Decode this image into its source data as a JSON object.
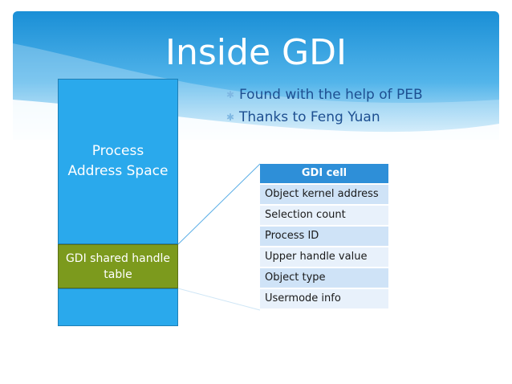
{
  "title": "Inside GDI",
  "bullets": [
    {
      "icon": "asterisk-icon",
      "text": "Found with the help of PEB"
    },
    {
      "icon": "asterisk-icon",
      "text": "Thanks to Feng Yuan"
    }
  ],
  "left_block": {
    "process_label": "Process\nAddress Space",
    "table_label": "GDI shared handle\ntable"
  },
  "gdi_cell": {
    "header": "GDI cell",
    "rows": [
      "Object kernel address",
      "Selection count",
      "Process ID",
      "Upper handle value",
      "Object type",
      "Usermode info"
    ]
  },
  "colors": {
    "band_top": "#1a8fd6",
    "band_bottom": "#bfe1f6",
    "block_blue": "#2aa9ec",
    "block_green": "#7c9a1d",
    "header_blue": "#2e8fd8",
    "row_dark": "#cfe3f7",
    "row_light": "#e8f1fb",
    "bullet_text": "#1d4f91"
  }
}
